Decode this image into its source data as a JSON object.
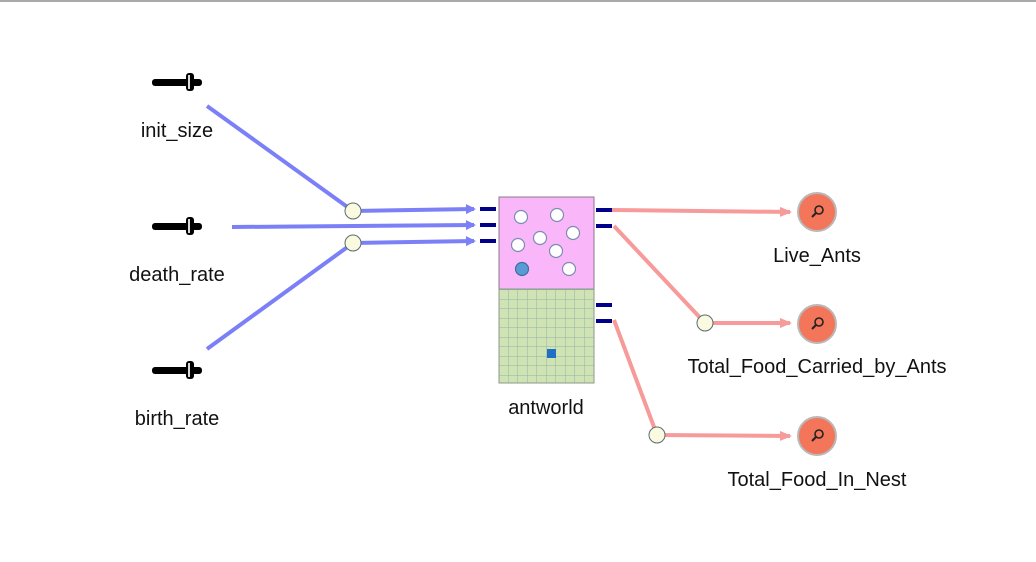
{
  "inputs": {
    "init_size": "init_size",
    "death_rate": "death_rate",
    "birth_rate": "birth_rate"
  },
  "model": {
    "name": "antworld"
  },
  "outputs": {
    "live_ants": "Live_Ants",
    "total_food_carried": "Total_Food_Carried_by_Ants",
    "total_food_in_nest": "Total_Food_In_Nest"
  },
  "colors": {
    "input_wire": "#7b80f7",
    "output_wire": "#f79a9a",
    "port": "#00008b",
    "junction_fill": "#fafae0",
    "agent_panel": "#f9b7f9",
    "grid_panel": "#cfe3b4",
    "grid_line": "#93b5a3",
    "probe": "#f4765a",
    "slider": "#000000"
  },
  "icons": {
    "slider": "slider-icon",
    "probe": "magnifier-probe-icon",
    "agent": "circle-agent-icon",
    "cell": "grid-cell-icon"
  }
}
